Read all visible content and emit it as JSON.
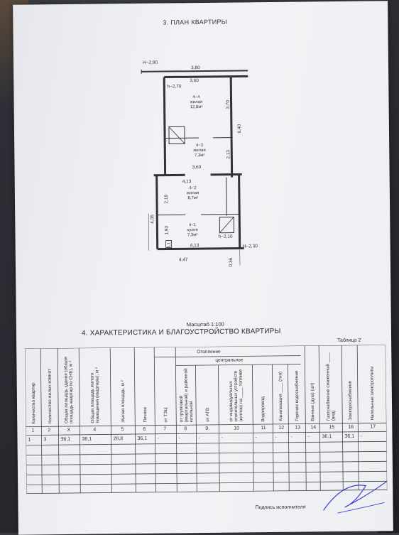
{
  "plan": {
    "title": "3. ПЛАН КВАРТИРЫ",
    "heights": {
      "h1": "H−2,90",
      "h2": "h−2,70",
      "h3": "h−2,10",
      "h4": "H−2,30"
    },
    "dimensions": {
      "d380": "3,80",
      "d360a": "3,60",
      "d370": "3,70",
      "d640": "6,40",
      "d213": "2,13",
      "d360b": "3,60",
      "d413a": "4,13",
      "d219": "2,19",
      "d435": "4,35",
      "d193": "1,93",
      "d413b": "4,13",
      "d447": "4,47",
      "d036": "0,36"
    },
    "rooms": [
      {
        "id": "4−4",
        "type": "жилая",
        "area": "12,8м²"
      },
      {
        "id": "4−3",
        "type": "жилая",
        "area": "7,3м²"
      },
      {
        "id": "4−2",
        "type": "жилая",
        "area": "8,7м²"
      },
      {
        "id": "4−1",
        "type": "кухня",
        "area": "7,3м²"
      }
    ],
    "small_label": "0,1",
    "scale": "Масштаб 1:100"
  },
  "section4": {
    "title": "4. ХАРАКТЕРИСТИКА И БЛАГОУСТРОЙСТВО КВАРТИРЫ",
    "table_label": "Таблица 2",
    "group_heating": "Отопление",
    "group_central": "центральное",
    "headers": [
      "Количество квартир",
      "Количество жилых комнат",
      "Общая площадь здания (общая площадь квартир по СНБ), м ²",
      "Общая площадь жилого помещения (квартиры), м ²",
      "Жилая площадь, м ²",
      "Печное",
      "от ТЭЦ",
      "от групповой (квартальной) и районной котельной",
      "от АГВ",
      "от индивидуальных отопительных устройств (котлов) на ____ топливе",
      "Водопровод",
      "Канализация ____ (тип)",
      "Горячее водоснабжение",
      "Ванные (душ) (шт)",
      "Газоснабжение сжиженный ____ (вид)",
      "Электроснабжение",
      "Напольные электроплиты"
    ],
    "column_numbers": [
      "1",
      "2",
      "3",
      "4",
      "5",
      "6",
      "7",
      "8",
      "9",
      "10",
      "11",
      "12",
      "13",
      "14",
      "15",
      "16",
      "17"
    ],
    "row_values": [
      "1",
      "3",
      "36,1",
      "36,1",
      "28,8",
      "36,1",
      "-",
      "-",
      "-",
      "-",
      "-",
      "-",
      "-",
      "-",
      "36,1",
      "36,1",
      "-"
    ],
    "signature_label": "Подпись исполнителя"
  },
  "colors": {
    "paper": "#eeeff2",
    "ink": "#2a2a30",
    "background": "#2e3036",
    "signature": "#3b3fd0"
  }
}
